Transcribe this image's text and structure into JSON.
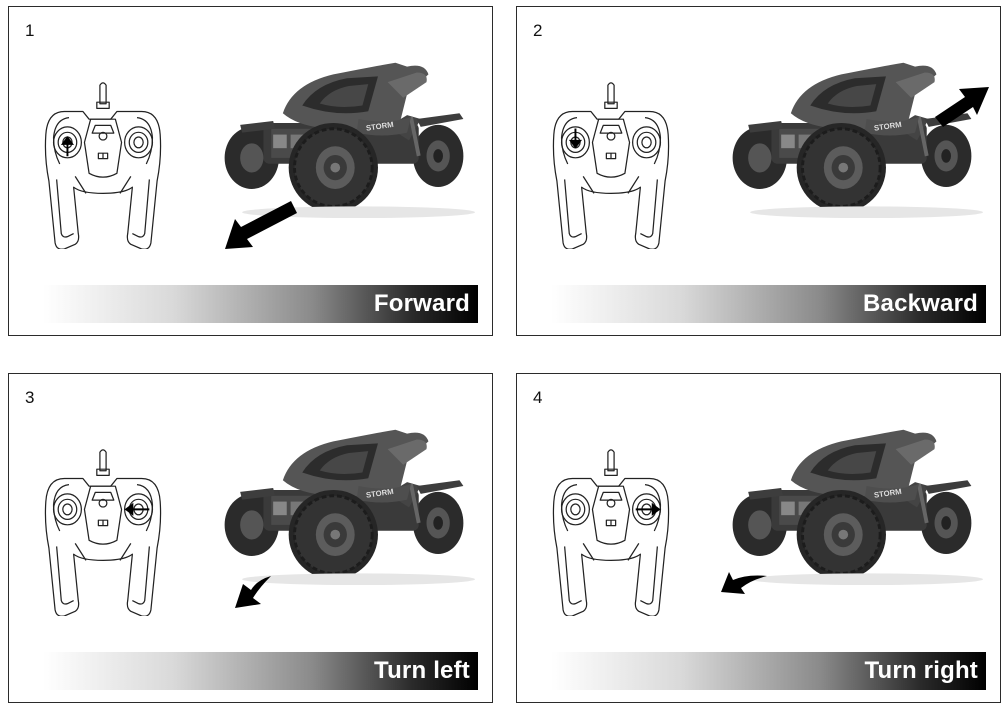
{
  "panels": [
    {
      "number": "1",
      "label": "Forward"
    },
    {
      "number": "2",
      "label": "Backward"
    },
    {
      "number": "3",
      "label": "Turn left"
    },
    {
      "number": "4",
      "label": "Turn right"
    }
  ],
  "colors": {
    "border": "#2b2b2b",
    "bar_dark": "#000000",
    "label_text": "#ffffff"
  },
  "icons": {
    "remote": "rc-transmitter-icon",
    "car": "rc-crawler-car-icon",
    "stick": "joystick-arrow-icon",
    "direction": "direction-arrow-icon"
  }
}
